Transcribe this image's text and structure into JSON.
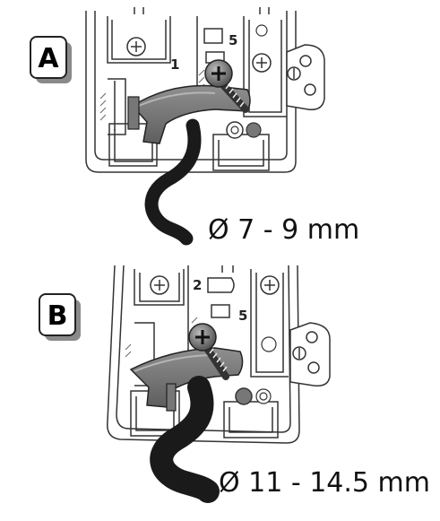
{
  "panels": [
    {
      "badge": "A",
      "terminal_labels": [
        "1",
        "5"
      ],
      "cable_diameter": "Ø 7 - 9 mm"
    },
    {
      "badge": "B",
      "terminal_labels": [
        "2",
        "5"
      ],
      "cable_diameter": "Ø 11 - 14.5 mm"
    }
  ]
}
